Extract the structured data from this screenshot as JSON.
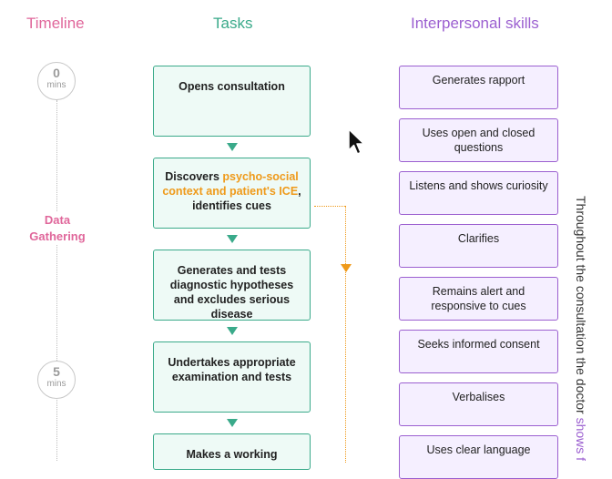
{
  "headers": {
    "timeline": "Timeline",
    "tasks": "Tasks",
    "skills": "Interpersonal skills"
  },
  "timeline": {
    "markers": [
      {
        "value": "0",
        "unit": "mins"
      },
      {
        "value": "5",
        "unit": "mins"
      }
    ],
    "phase_line1": "Data",
    "phase_line2": "Gathering"
  },
  "tasks": {
    "t1": "Opens consultation",
    "t2_pre": "Discovers ",
    "t2_highlight": "psycho-social context and patient's ICE",
    "t2_post": ", identifies cues",
    "t3": "Generates and tests diagnostic hypotheses and excludes serious disease",
    "t4": "Undertakes appropriate examination and tests",
    "t5": "Makes a working"
  },
  "skills": [
    "Generates rapport",
    "Uses open and closed questions",
    "Listens and shows curiosity",
    "Clarifies",
    "Remains alert and responsive to cues",
    "Seeks informed consent",
    "Verbalises",
    "Uses clear language"
  ],
  "side_note": {
    "prefix": "Throughout the consultation the doctor ",
    "highlight": "shows f"
  },
  "colors": {
    "timeline": "#e0679b",
    "tasks": "#3aaa8a",
    "skills": "#9b5fd0",
    "highlight": "#ef9a1a"
  }
}
